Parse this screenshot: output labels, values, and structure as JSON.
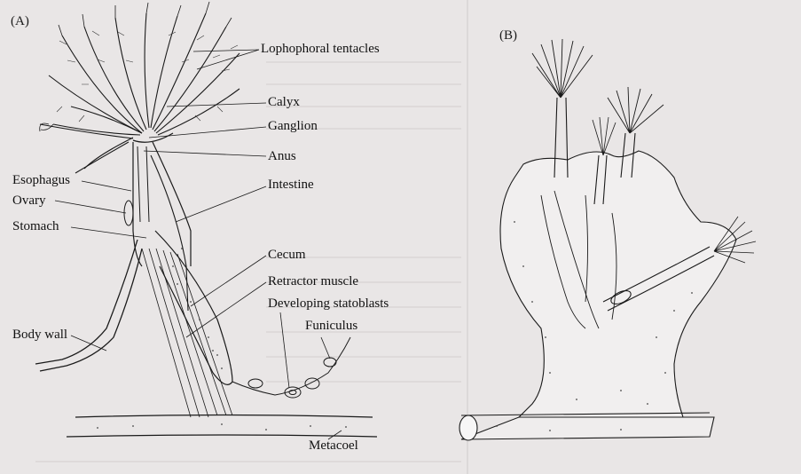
{
  "panels": {
    "a_tag": "(A)",
    "b_tag": "(B)"
  },
  "labels": {
    "lophophoral_tentacles": "Lophophoral tentacles",
    "calyx": "Calyx",
    "ganglion": "Ganglion",
    "anus": "Anus",
    "intestine": "Intestine",
    "esophagus": "Esophagus",
    "ovary": "Ovary",
    "stomach": "Stomach",
    "cecum": "Cecum",
    "retractor_muscle": "Retractor muscle",
    "developing_statoblasts": "Developing statoblasts",
    "funiculus": "Funiculus",
    "body_wall": "Body wall",
    "metacoel": "Metacoel"
  },
  "colors": {
    "page": "#e9e6e6",
    "ink": "#1a1a1a",
    "panel_b_bg": "#f4f3f3"
  }
}
